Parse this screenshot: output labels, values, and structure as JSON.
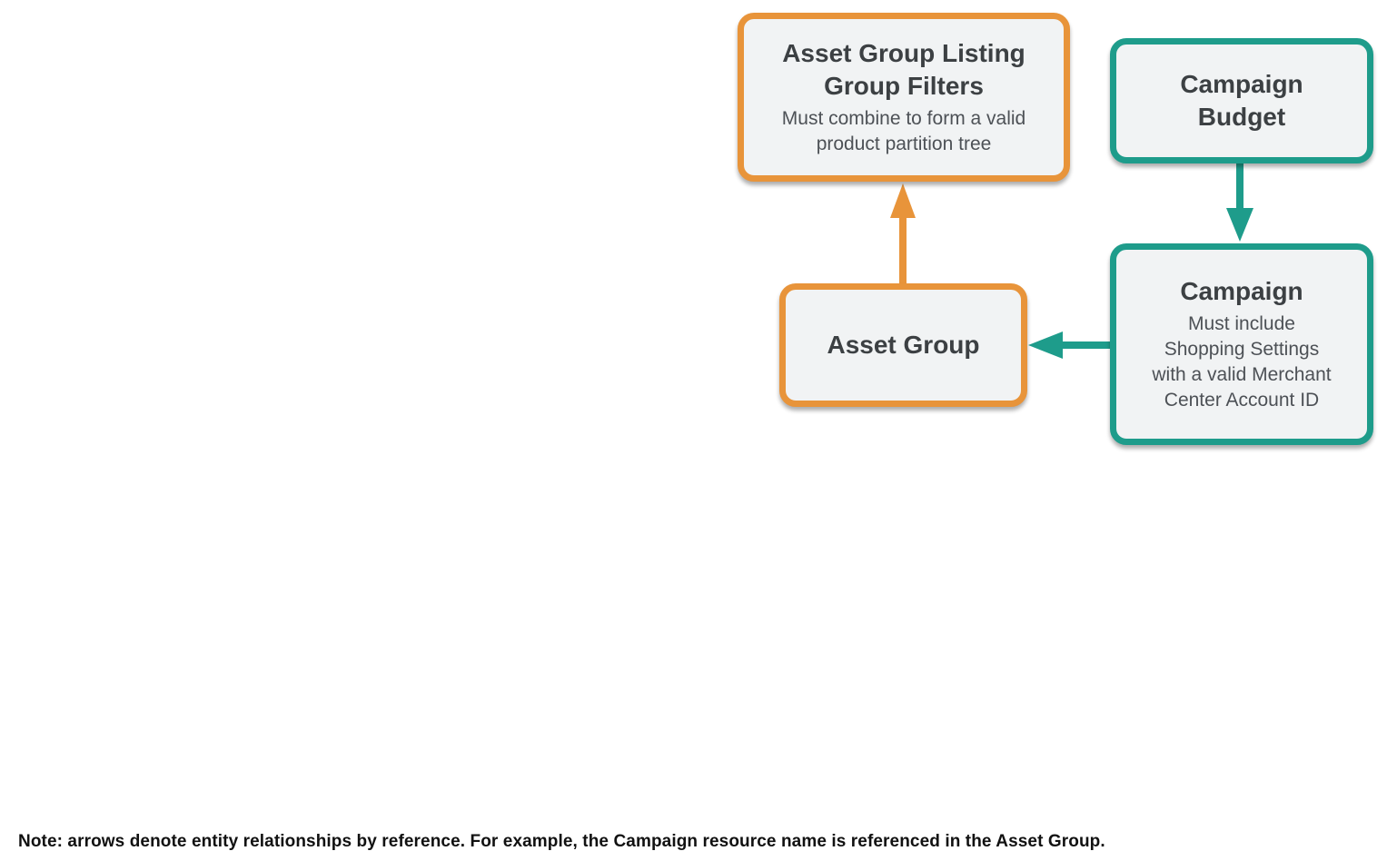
{
  "colors": {
    "orange": "#e8943a",
    "teal": "#1e9c8b",
    "box_bg": "#f1f3f4",
    "title_text": "#3c4043",
    "subtitle_text": "#4d5156",
    "note_text": "#111111"
  },
  "nodes": {
    "listing_group_filters": {
      "title": "Asset Group Listing\nGroup Filters",
      "subtitle": "Must combine to form a valid\nproduct partition tree",
      "accent": "orange"
    },
    "campaign_budget": {
      "title": "Campaign\nBudget",
      "accent": "teal"
    },
    "asset_group": {
      "title": "Asset Group",
      "accent": "orange"
    },
    "campaign": {
      "title": "Campaign",
      "subtitle": "Must include\nShopping Settings\nwith a valid Merchant\nCenter Account ID",
      "accent": "teal"
    }
  },
  "edges": [
    {
      "name": "asset-group-to-listing-group-filters",
      "from": "asset_group",
      "to": "listing_group_filters",
      "color": "orange"
    },
    {
      "name": "campaign-budget-to-campaign",
      "from": "campaign_budget",
      "to": "campaign",
      "color": "teal"
    },
    {
      "name": "campaign-to-asset-group",
      "from": "campaign",
      "to": "asset_group",
      "color": "teal"
    }
  ],
  "note": "Note: arrows denote entity relationships by reference. For example, the Campaign resource name is referenced in the Asset Group."
}
